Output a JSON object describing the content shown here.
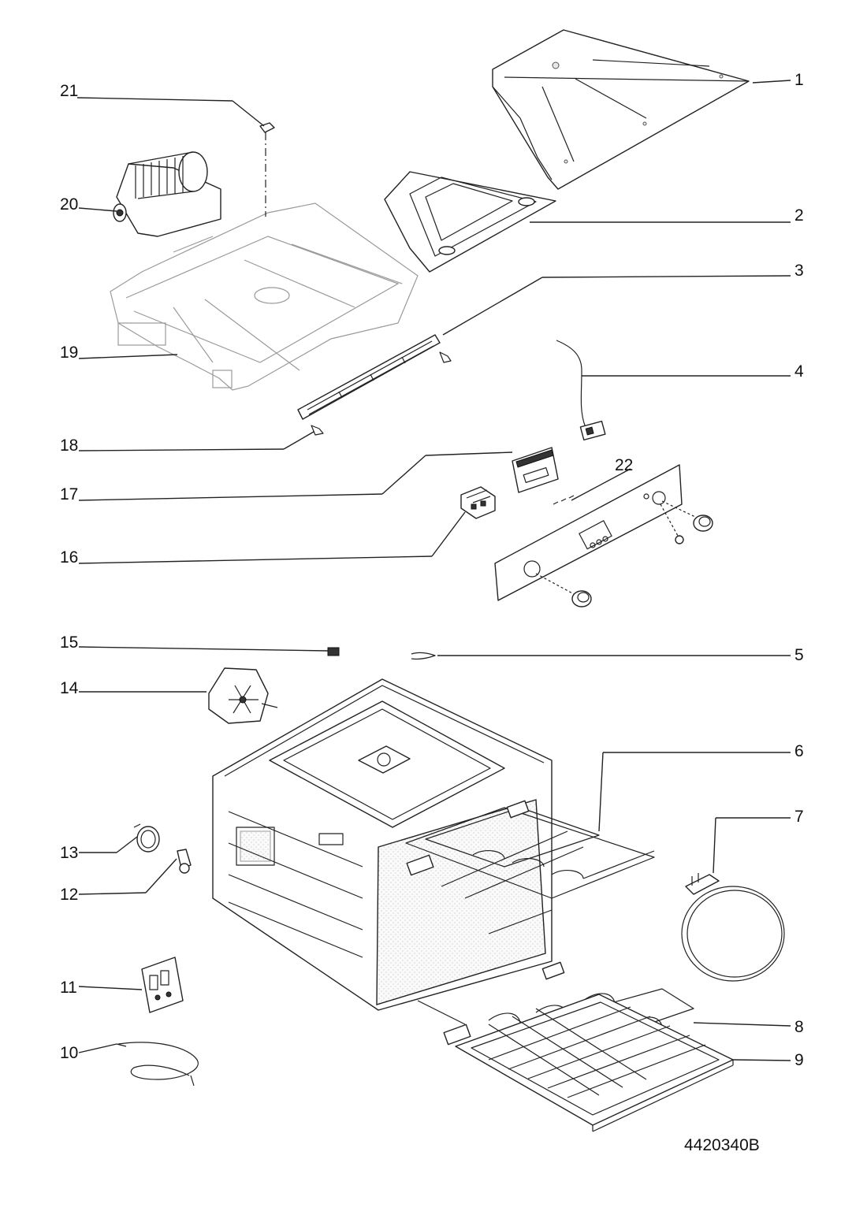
{
  "callouts": [
    "1",
    "2",
    "3",
    "4",
    "5",
    "6",
    "7",
    "8",
    "9",
    "10",
    "11",
    "12",
    "13",
    "14",
    "15",
    "16",
    "17",
    "18",
    "19",
    "20",
    "21",
    "22"
  ],
  "document_code": "4420340B"
}
